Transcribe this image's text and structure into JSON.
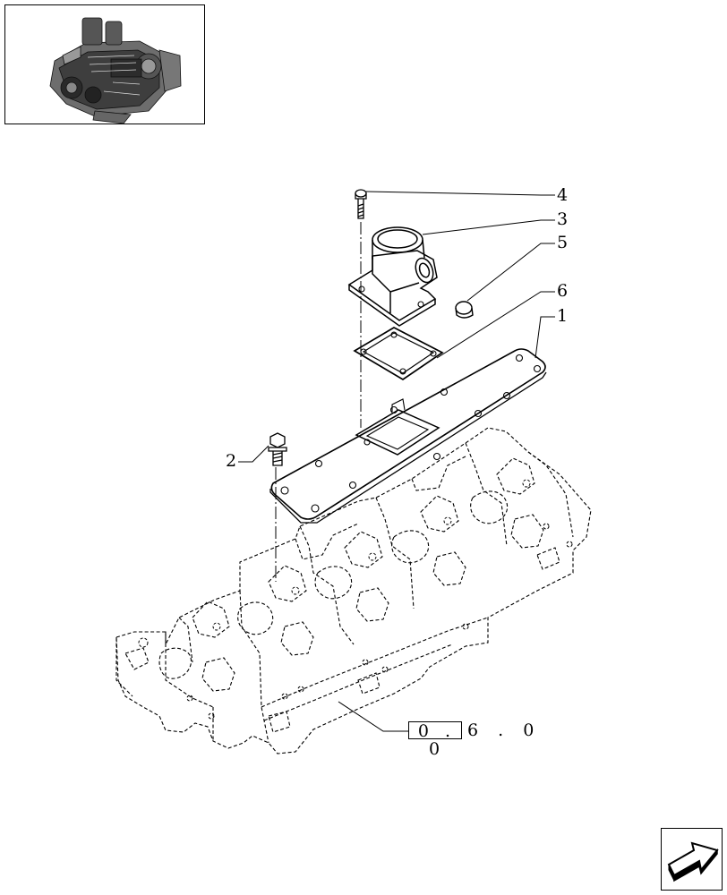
{
  "callouts": {
    "c1": "1",
    "c2": "2",
    "c3": "3",
    "c4": "4",
    "c5": "5",
    "c6": "6"
  },
  "reference": {
    "boxed": "0 . 0",
    "rest": "6 . 0"
  },
  "icons": {
    "thumbnail": "engine-thumbnail-icon",
    "navigation": "next-page-arrow-icon"
  }
}
